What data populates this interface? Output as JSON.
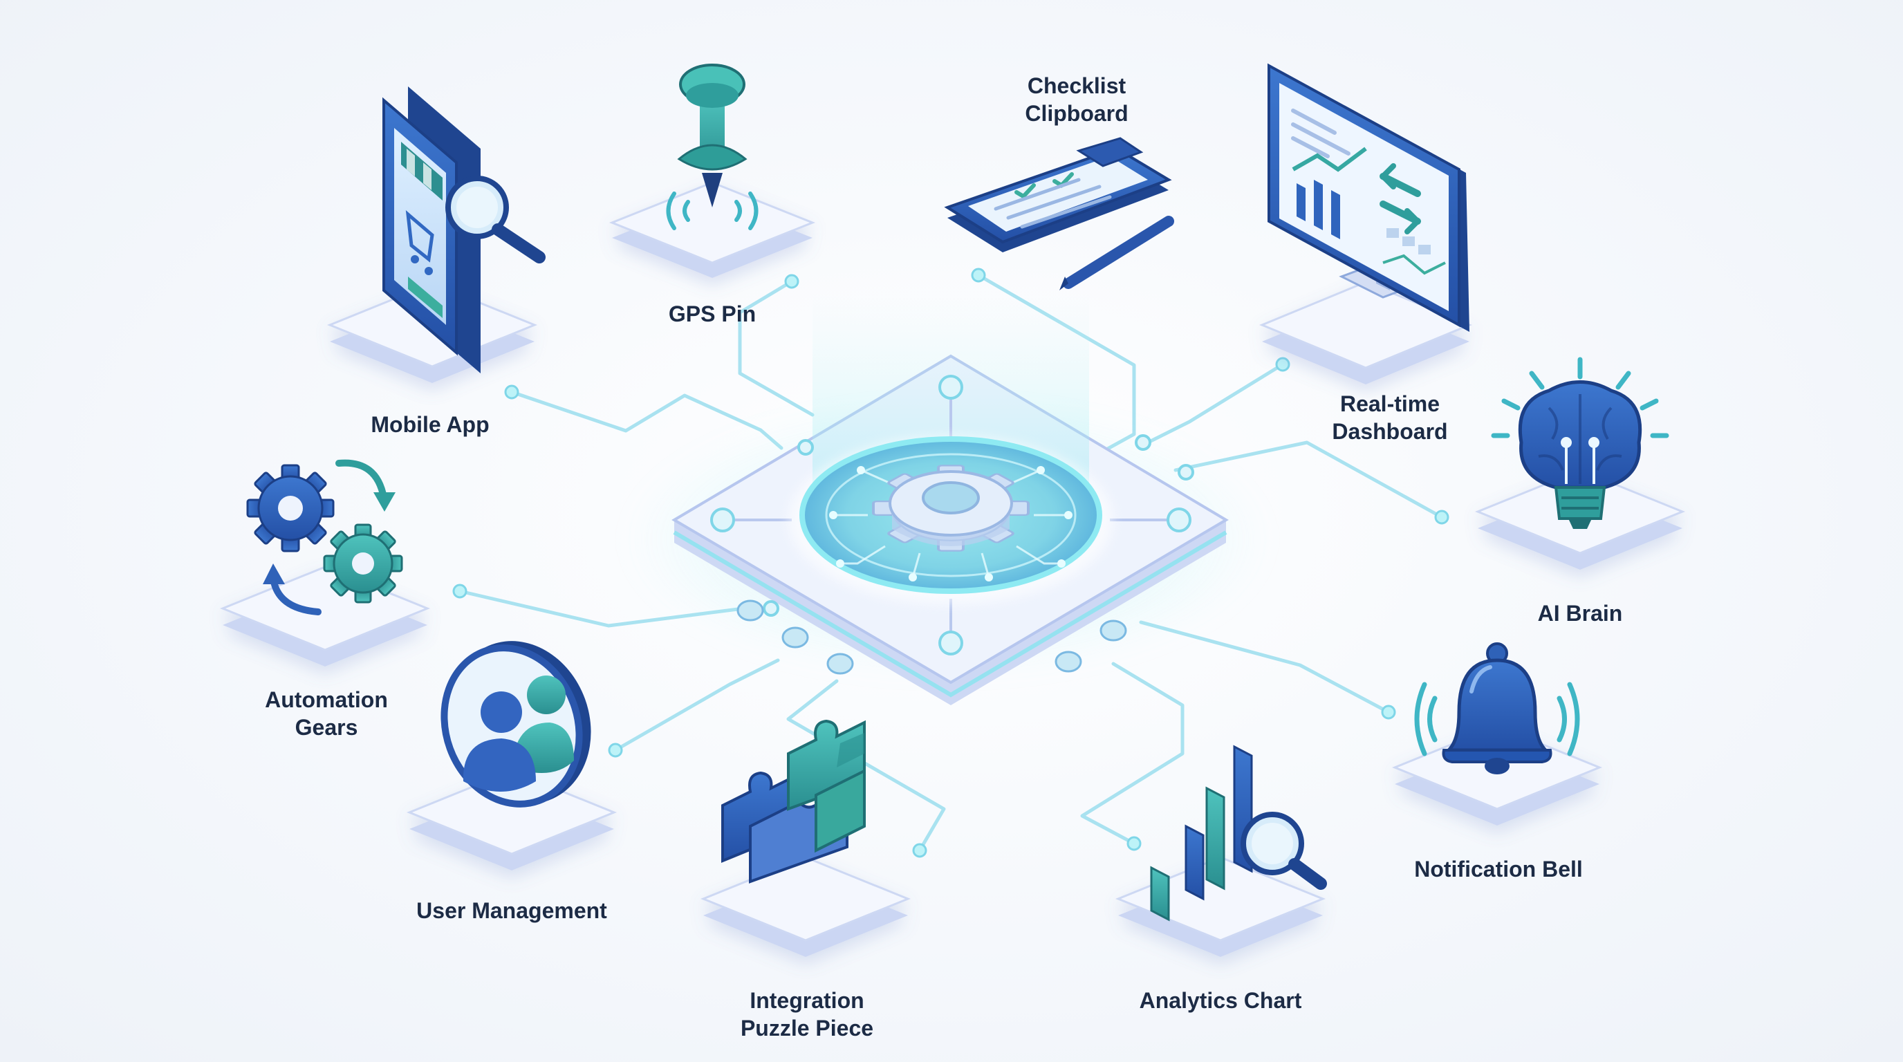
{
  "modules": [
    {
      "id": "mobile-app",
      "icon": "mobile-app-icon",
      "lines": [
        "Mobile App"
      ]
    },
    {
      "id": "gps-pin",
      "icon": "gps-pin-icon",
      "lines": [
        "GPS Pin"
      ]
    },
    {
      "id": "checklist-clipboard",
      "icon": "checklist-clipboard-icon",
      "lines": [
        "Checklist",
        "Clipboard"
      ]
    },
    {
      "id": "realtime-dashboard",
      "icon": "realtime-dashboard-icon",
      "lines": [
        "Real-time",
        "Dashboard"
      ]
    },
    {
      "id": "ai-brain",
      "icon": "ai-brain-icon",
      "lines": [
        "AI Brain"
      ]
    },
    {
      "id": "notification-bell",
      "icon": "notification-bell-icon",
      "lines": [
        "Notification Bell"
      ]
    },
    {
      "id": "analytics-chart",
      "icon": "analytics-chart-icon",
      "lines": [
        "Analytics Chart"
      ]
    },
    {
      "id": "integration-puzzle-piece",
      "icon": "puzzle-piece-icon",
      "lines": [
        "Integration",
        "Puzzle Piece"
      ]
    },
    {
      "id": "user-management",
      "icon": "user-management-icon",
      "lines": [
        "User Management"
      ]
    },
    {
      "id": "automation-gears",
      "icon": "automation-gears-icon",
      "lines": [
        "Automation",
        "Gears"
      ]
    }
  ],
  "hub": {
    "icon": "central-gear-hub-icon"
  },
  "colors": {
    "primary_blue": "#2f62b8",
    "deep_blue": "#1f4590",
    "teal": "#2f9e9c",
    "glow_cyan": "#7fe6ef",
    "platform": "#eef2fc",
    "platform_side": "#c9d5f3",
    "connector_line": "#9fdcee",
    "label_text": "#1c2b45"
  }
}
